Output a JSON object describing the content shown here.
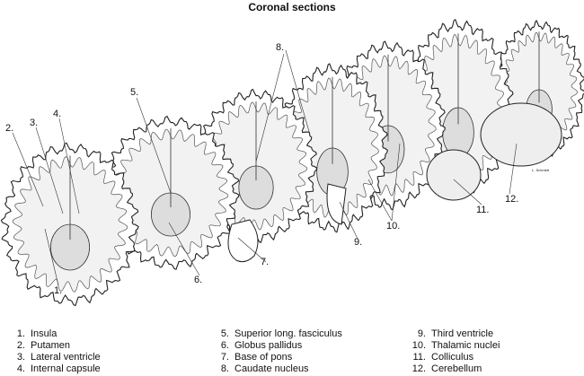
{
  "title": "Coronal sections",
  "signature": "L. Schmidt",
  "labels": [
    "1.",
    "2.",
    "3.",
    "4.",
    "5.",
    "6.",
    "7.",
    "8.",
    "9.",
    "10.",
    "11.",
    "12."
  ],
  "legend": [
    [
      {
        "num": "1.",
        "text": "Insula"
      },
      {
        "num": "2.",
        "text": "Putamen"
      },
      {
        "num": "3.",
        "text": "Lateral ventricle"
      },
      {
        "num": "4.",
        "text": "Internal capsule"
      }
    ],
    [
      {
        "num": "5.",
        "text": "Superior long. fasciculus"
      },
      {
        "num": "6.",
        "text": "Globus pallidus"
      },
      {
        "num": "7.",
        "text": "Base of pons"
      },
      {
        "num": "8.",
        "text": "Caudate nucleus"
      }
    ],
    [
      {
        "num": "9.",
        "text": "Third ventricle"
      },
      {
        "num": "10.",
        "text": "Thalamic nuclei"
      },
      {
        "num": "11.",
        "text": "Colliculus"
      },
      {
        "num": "12.",
        "text": "Cerebellum"
      }
    ]
  ]
}
